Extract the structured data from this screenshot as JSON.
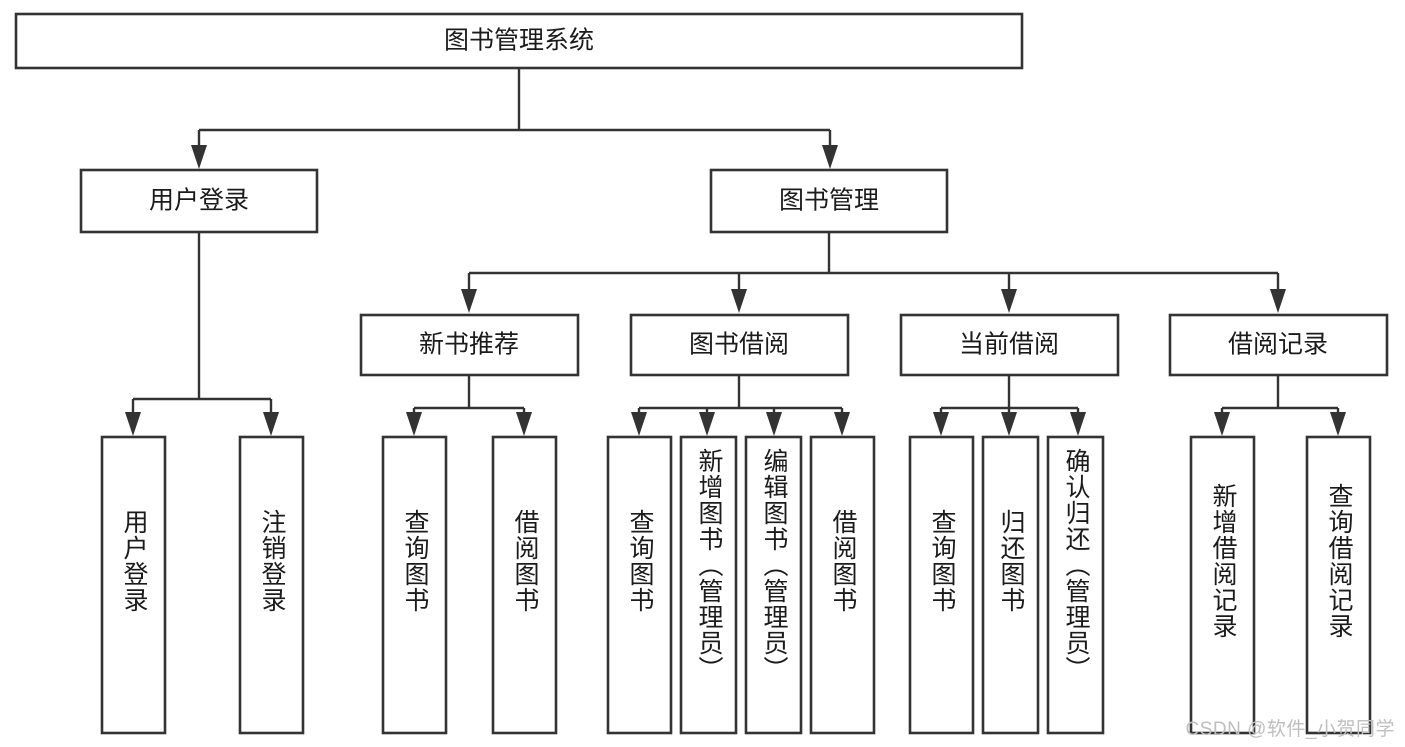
{
  "diagram": {
    "title": "图书管理系统",
    "type": "tree-hierarchy",
    "watermark": "CSDN @软件_小贺同学",
    "colors": {
      "background": "#ffffff",
      "box_stroke": "#333333",
      "box_fill": "#ffffff",
      "text": "#1b1b1b",
      "watermark": "#bfbfbf"
    },
    "root": {
      "label": "图书管理系统"
    },
    "level2": [
      {
        "label": "用户登录"
      },
      {
        "label": "图书管理"
      }
    ],
    "level3": [
      {
        "label": "新书推荐"
      },
      {
        "label": "图书借阅"
      },
      {
        "label": "当前借阅"
      },
      {
        "label": "借阅记录"
      }
    ],
    "leaves": {
      "user_login": [
        {
          "label": "用户登录"
        },
        {
          "label": "注销登录"
        }
      ],
      "new_book_recommend": [
        {
          "label": "查询图书"
        },
        {
          "label": "借阅图书"
        }
      ],
      "book_borrow": [
        {
          "label": "查询图书"
        },
        {
          "label": "新增图书（管理员）"
        },
        {
          "label": "编辑图书（管理员）"
        },
        {
          "label": "借阅图书"
        }
      ],
      "current_borrow": [
        {
          "label": "查询图书"
        },
        {
          "label": "归还图书"
        },
        {
          "label": "确认归还（管理员）"
        }
      ],
      "borrow_record": [
        {
          "label": "新增借阅记录"
        },
        {
          "label": "查询借阅记录"
        }
      ]
    }
  }
}
